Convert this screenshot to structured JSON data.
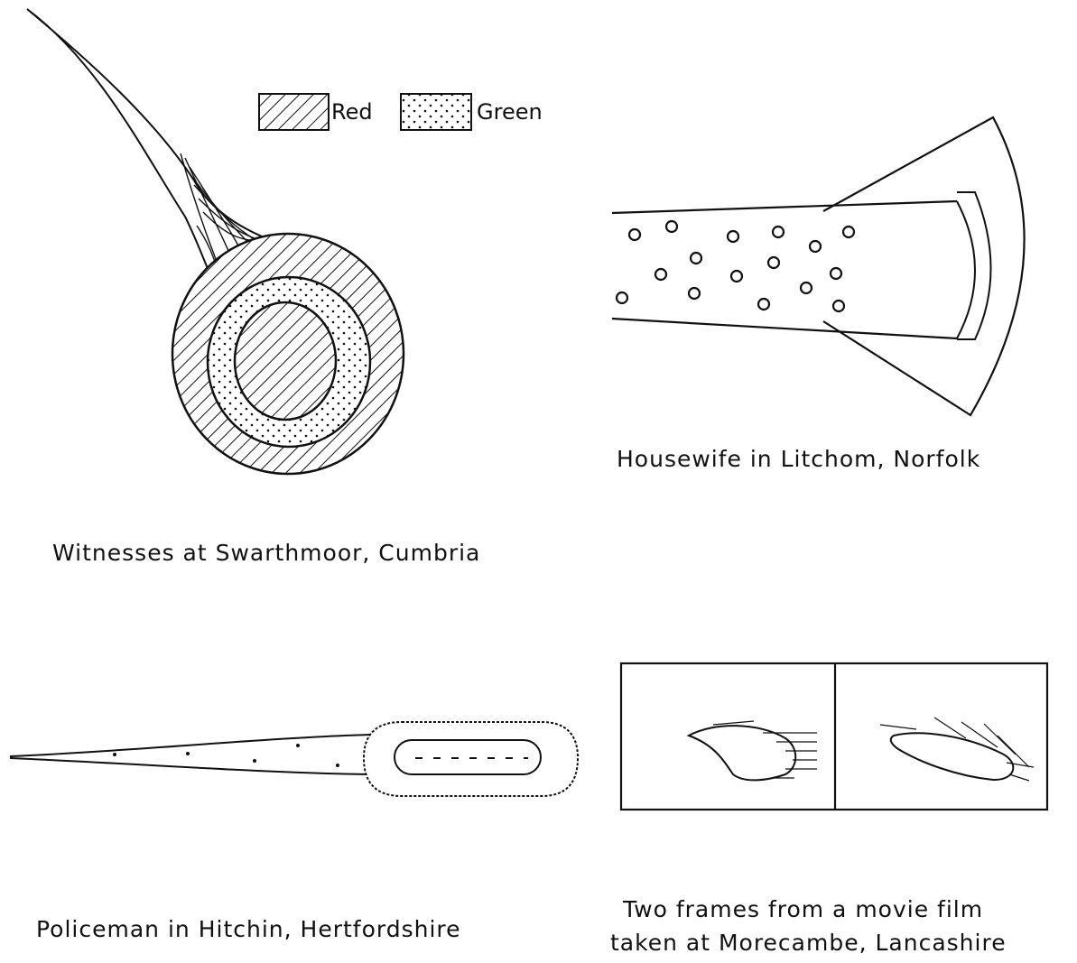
{
  "legend": {
    "red_label": "Red",
    "green_label": "Green"
  },
  "captions": {
    "swarthmoor": "Witnesses at Swarthmoor, Cumbria",
    "litcham": "Housewife in Litchom, Norfolk",
    "hitchin": "Policeman in Hitchin, Hertfordshire",
    "morecambe_line1": "Two frames from a movie film",
    "morecambe_line2": "taken at Morecambe, Lancashire"
  },
  "colors": {
    "ink": "#111111",
    "paper": "#ffffff"
  }
}
